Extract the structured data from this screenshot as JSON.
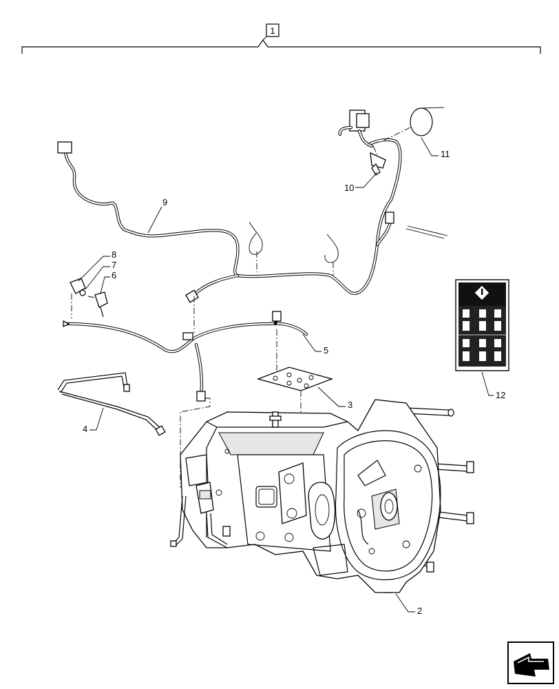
{
  "page_marker": "1",
  "callouts": {
    "c2": "2",
    "c3": "3",
    "c4": "4",
    "c5": "5",
    "c6": "6",
    "c7": "7",
    "c8": "8",
    "c9": "9",
    "c10": "10",
    "c11": "11",
    "c12": "12"
  },
  "icons": {
    "nav_arrow": "navigation-arrow-icon",
    "warning_decal": "warning-decal-icon"
  }
}
